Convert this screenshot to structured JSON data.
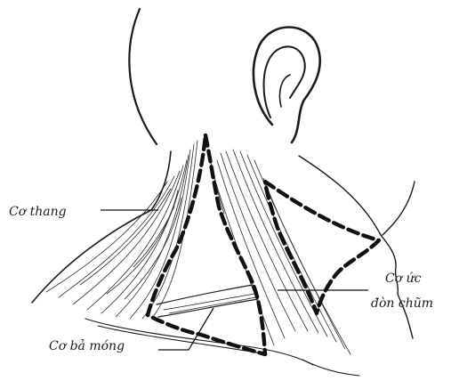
{
  "labels": {
    "trapezius": "Cơ thang",
    "sternocleidomastoid_line1": "Cơ ức",
    "sternocleidomastoid_line2": "đòn chũm",
    "omohyoid": "Cơ bả móng"
  }
}
